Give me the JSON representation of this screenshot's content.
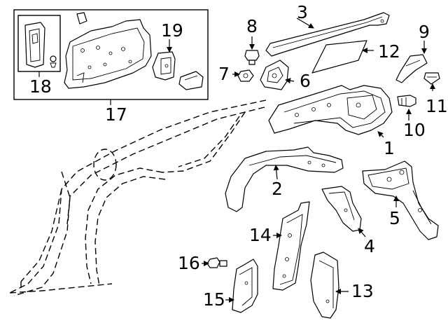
{
  "diagram": {
    "type": "exploded parts diagram",
    "callouts": {
      "c1": "1",
      "c2": "2",
      "c3": "3",
      "c4": "4",
      "c5": "5",
      "c6": "6",
      "c7": "7",
      "c8": "8",
      "c9": "9",
      "c10": "10",
      "c11": "11",
      "c12": "12",
      "c13": "13",
      "c14": "14",
      "c15": "15",
      "c16": "16",
      "c17": "17",
      "c18": "18",
      "c19": "19"
    }
  }
}
